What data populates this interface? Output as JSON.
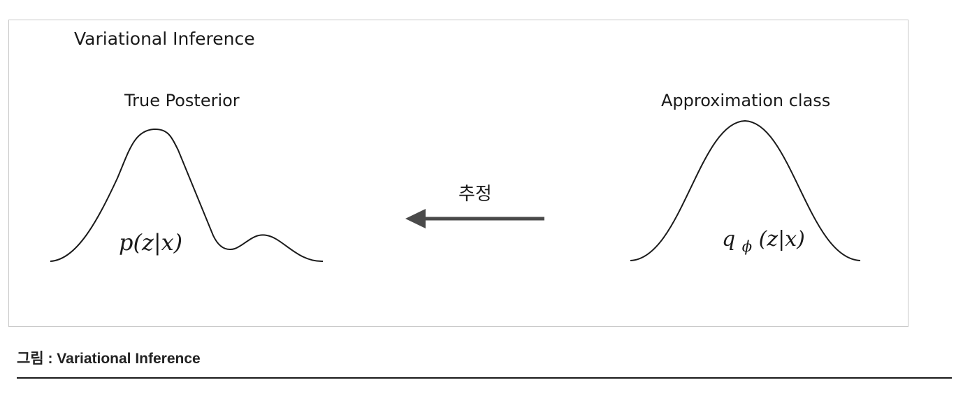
{
  "diagram": {
    "title": "Variational Inference",
    "left_curve": {
      "label": "True Posterior",
      "formula": "p(z|x)"
    },
    "right_curve": {
      "label": "Approximation class",
      "formula_base": "q",
      "formula_sub": "ϕ",
      "formula_args": "(z|x)"
    },
    "arrow": {
      "label": "추정",
      "direction": "left",
      "color": "#4a4a4a"
    }
  },
  "caption": {
    "text": "그림 : Variational Inference"
  }
}
